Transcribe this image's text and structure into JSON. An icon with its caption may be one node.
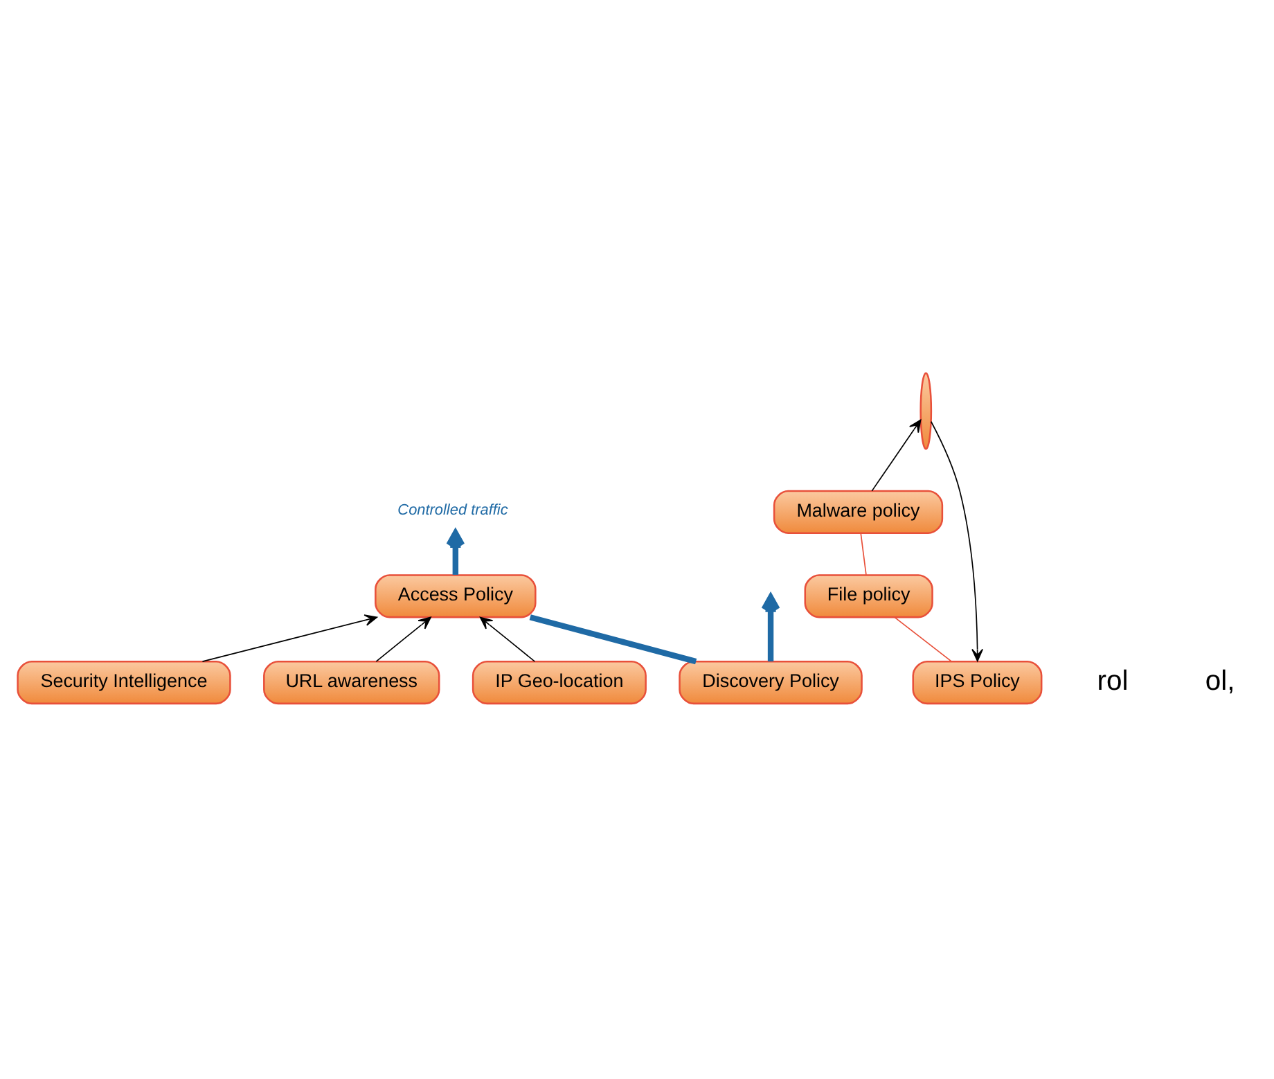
{
  "diagram": {
    "nodes": [
      {
        "text": [
          "Security Intelligence"
        ]
      },
      {
        "text": [
          "URL awareness"
        ]
      },
      {
        "text": [
          "IP Geo-location"
        ]
      },
      {
        "text": [
          "Access Policy"
        ]
      },
      {
        "text": [
          "IPS Policy"
        ]
      },
      {
        "text": [
          "File policy"
        ]
      },
      {
        "text": [
          "Malware policy"
        ]
      },
      {
        "text": [
          "Discovery Policy"
        ]
      },
      {
        "text": [],
        "shape": "ellipse"
      },
      {
        "text": [
          "Controlled traffic"
        ]
      }
    ],
    "edges": [
      {
        "from": 0,
        "to": 3,
        "arrow": "to"
      },
      {
        "from": 1,
        "to": 3,
        "arrow": "to"
      },
      {
        "from": 2,
        "to": 3,
        "arrow": "to"
      },
      {
        "from": 8,
        "to": 4,
        "arrow": "to"
      },
      {
        "from": 4,
        "to": 5,
        "arrow": "none",
        "color": "#e8503a"
      },
      {
        "from": 5,
        "to": 6,
        "arrow": "none",
        "color": "#e8503a"
      },
      {
        "from": 6,
        "to": 8,
        "arrow": "to"
      },
      {
        "from": 3,
        "to": 9,
        "arrow": "to",
        "style": "thick",
        "color": "#1f6aa5"
      },
      {
        "from": 7,
        "to": 3,
        "arrow": "none",
        "style": "thick",
        "color": "#1f6aa5"
      },
      {
        "from": 7,
        "to": null,
        "arrow": "to",
        "style": "thick",
        "color": "#1f6aa5"
      }
    ],
    "labels": [
      "rol",
      "ol,"
    ]
  }
}
